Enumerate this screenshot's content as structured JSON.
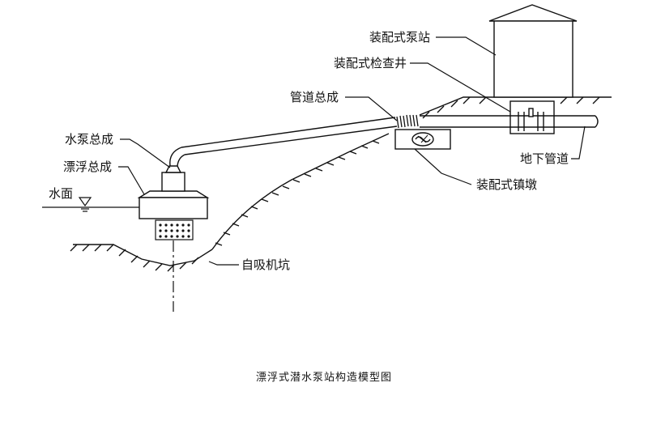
{
  "labels": {
    "pump_station": "装配式泵站",
    "inspection_well": "装配式检查井",
    "pipeline_assembly": "管道总成",
    "pump_assembly": "水泵总成",
    "float_assembly": "漂浮总成",
    "water_surface": "水面",
    "anchor_block": "装配式镇墩",
    "underground_pipe": "地下管道",
    "self_priming_pit": "自吸机坑"
  },
  "caption": "漂浮式潜水泵站构造模型图"
}
